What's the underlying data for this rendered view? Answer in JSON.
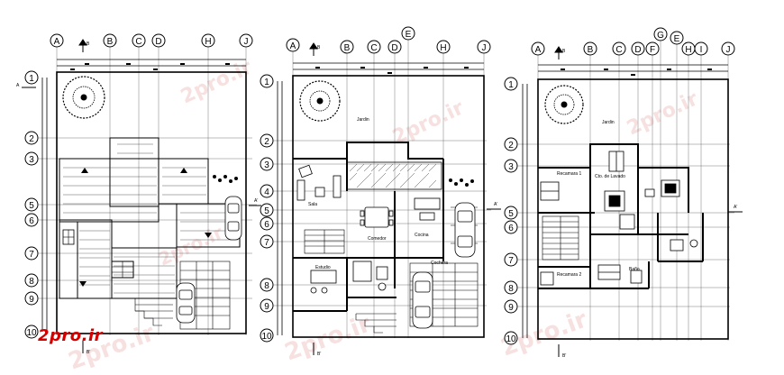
{
  "logo": "2pro.ir",
  "watermark_text": "2pro.ir",
  "colors": {
    "line": "#000000",
    "accent": "#d40000",
    "watermark": "#f2c7c7",
    "hatch": "#444444"
  },
  "plans": [
    {
      "id": "plan1",
      "cols": [
        "A",
        "B",
        "C",
        "D",
        "H",
        "J"
      ],
      "rows": [
        "1",
        "2",
        "3",
        "5",
        "6",
        "7",
        "8",
        "9",
        "10"
      ],
      "section_marks": [
        "A",
        "A'",
        "B",
        "B'"
      ],
      "labels": []
    },
    {
      "id": "plan2",
      "cols": [
        "A",
        "B",
        "C",
        "D",
        "E",
        "H",
        "J"
      ],
      "rows": [
        "1",
        "2",
        "3",
        "4",
        "5",
        "6",
        "7",
        "8",
        "9",
        "10"
      ],
      "section_marks": [
        "A",
        "A'",
        "B",
        "B'"
      ],
      "labels": [
        "Jardin",
        "Sala",
        "Comedor",
        "Cocina",
        "Estudio",
        "Cochera"
      ]
    },
    {
      "id": "plan3",
      "cols": [
        "A",
        "B",
        "C",
        "D",
        "F",
        "G",
        "E",
        "H",
        "I",
        "J"
      ],
      "rows": [
        "1",
        "2",
        "3",
        "5",
        "6",
        "7",
        "8",
        "9",
        "10"
      ],
      "section_marks": [
        "A",
        "A'",
        "B",
        "B'"
      ],
      "labels": [
        "Jardin",
        "Recamara 1",
        "Cto. de Lavado",
        "Recamara 2",
        "Baño"
      ]
    }
  ]
}
